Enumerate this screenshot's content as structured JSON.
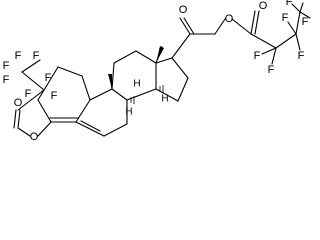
{
  "molecule": {
    "atoms": {
      "oxygen": "O",
      "fluorine": "F",
      "hydrogen": "H"
    }
  }
}
